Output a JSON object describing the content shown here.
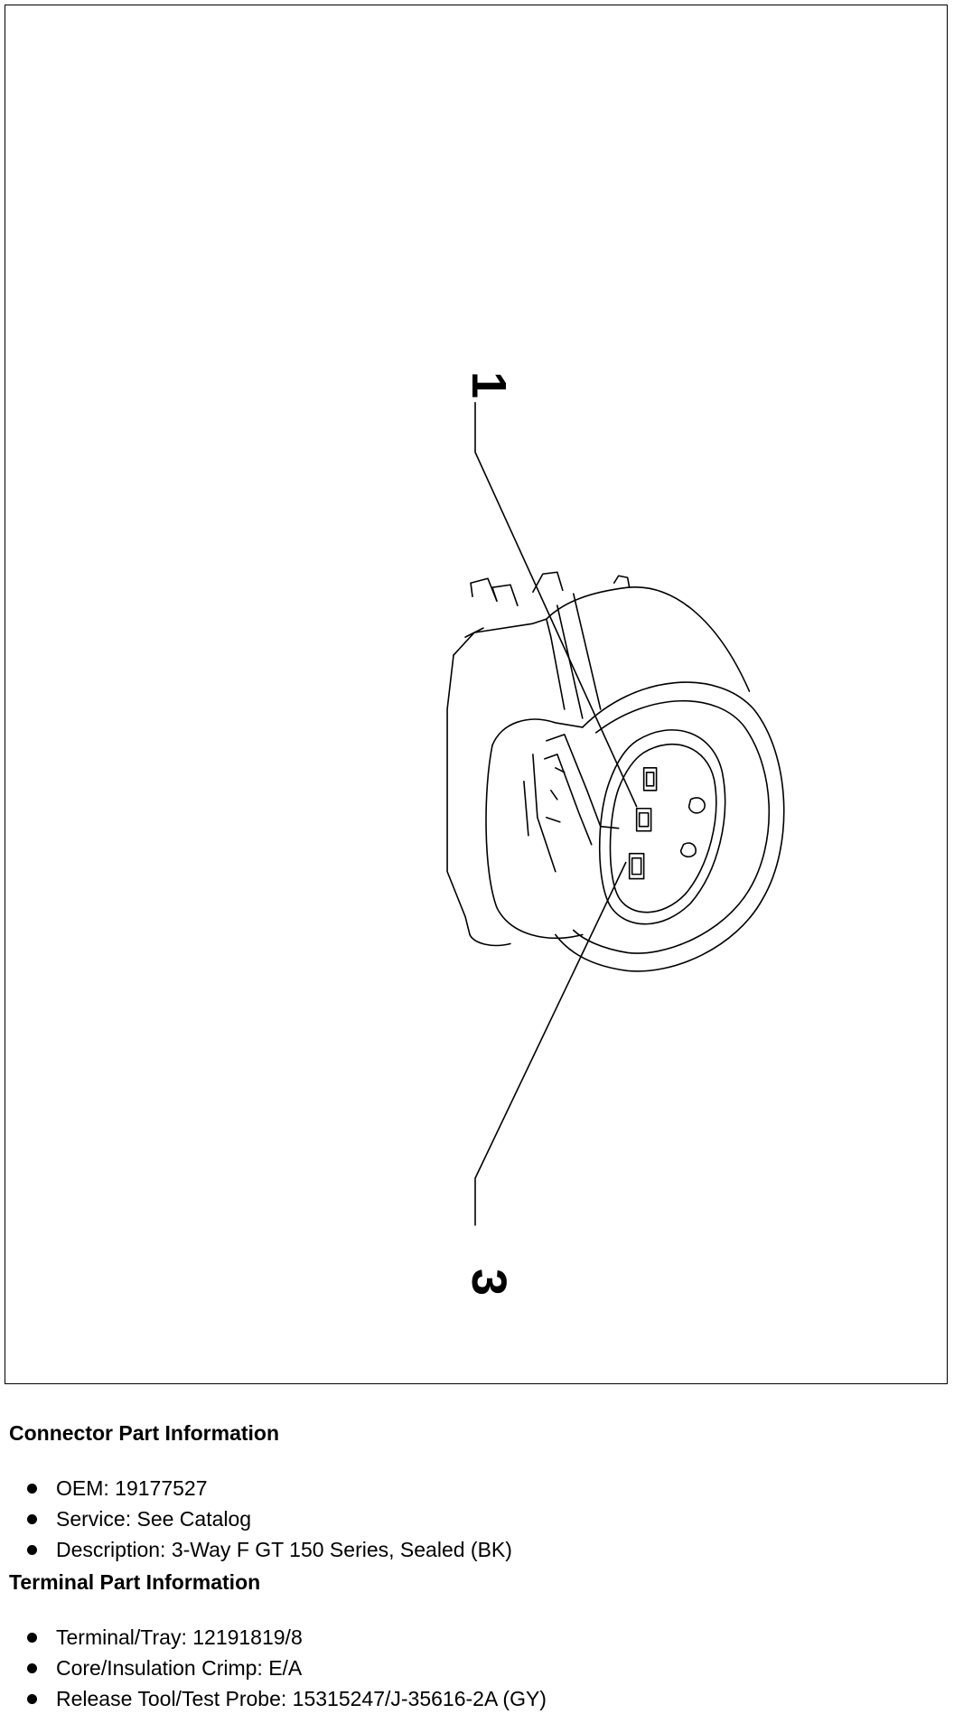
{
  "figure": {
    "callouts": [
      "1",
      "3"
    ]
  },
  "connector_info": {
    "heading": "Connector Part Information",
    "items": [
      "OEM: 19177527",
      "Service: See Catalog",
      "Description: 3-Way F GT 150 Series, Sealed (BK)"
    ]
  },
  "terminal_info": {
    "heading": "Terminal Part Information",
    "items": [
      "Terminal/Tray: 12191819/8",
      "Core/Insulation Crimp: E/A",
      "Release Tool/Test Probe: 15315247/J-35616-2A (GY)"
    ]
  }
}
